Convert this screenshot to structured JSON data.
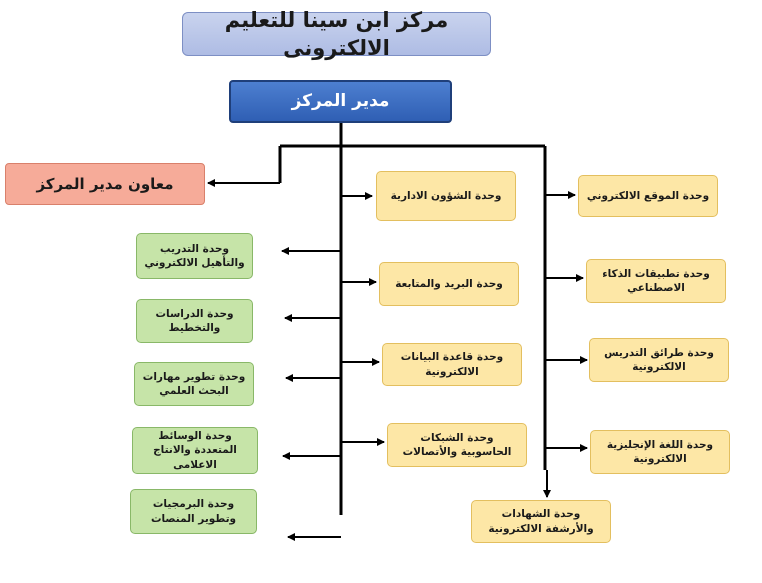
{
  "title": "مركز ابن سينا للتعليم الالكترونى",
  "director": "مدير المركز",
  "deputy": "معاون مدير المركز",
  "center_units": [
    "وحدة الشؤون الادارية",
    "وحدة البريد والمتابعة",
    "وحدة قاعدة البيانات الالكترونية",
    "وحدة الشبكات الحاسوبية والأتصالات"
  ],
  "right_units": [
    "وحدة الموقع الالكتروني",
    "وحدة تطبيقات الذكاء الاصطناعي",
    "وحدة طرائق التدريس الالكترونية",
    "وحدة اللغة الإنجليزية الالكترونية"
  ],
  "bottom_unit": "وحدة الشهادات والأرشفة الالكترونية",
  "left_units": [
    "وحدة التدريب والتأهيل الالكتروني",
    "وحدة الدراسات والتخطيط",
    "وحدة تطوير مهارات البحث العلمي",
    "وحدة الوسائط المتعددة والانتاج الاعلامى",
    "وحدة البرمجيات وتطوير المنصات"
  ],
  "colors": {
    "title_fill": "#aebce4",
    "director_fill": "#2f5fb4",
    "deputy_fill": "#f6ab99",
    "center_fill": "#fde7a6",
    "left_fill": "#c6e4a8",
    "line": "#000000"
  }
}
